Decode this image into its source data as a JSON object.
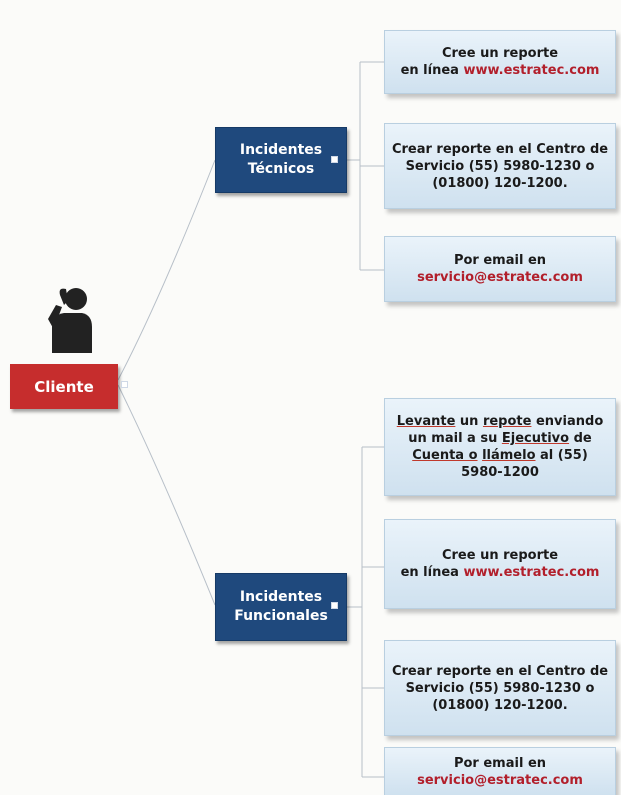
{
  "root": {
    "label": "Cliente",
    "icon": "person-on-phone-icon",
    "color": "#c62d2d"
  },
  "branches": [
    {
      "label_line1": "Incidentes",
      "label_line2": "Técnicos",
      "color": "#1f497d",
      "leaves": [
        {
          "line1": "Cree un reporte",
          "line2_prefix": "en línea ",
          "line2_link": "www.estratec.com"
        },
        {
          "line1": "Crear reporte en el Centro de",
          "line2": "Servicio (55) 5980-1230 o",
          "line3": "(01800) 120-1200."
        },
        {
          "line1": "Por email en",
          "line2_link": "servicio@estratec.com"
        }
      ]
    },
    {
      "label_line1": "Incidentes",
      "label_line2": "Funcionales",
      "color": "#1f497d",
      "leaves": [
        {
          "line1_a": "Levante",
          "line1_b": " un ",
          "line1_c": "repote",
          "line1_d": " enviando",
          "line2_a": "un mail a su ",
          "line2_b": "Ejecutivo",
          "line2_c": "  de",
          "line3_a": "Cuenta o",
          "line3_b": "  ",
          "line3_c": "llámelo",
          "line3_d": " al (55)",
          "line4": "5980-1200"
        },
        {
          "line1": "Cree un reporte",
          "line2_prefix": "en línea ",
          "line2_link": "www.estratec.com"
        },
        {
          "line1": "Crear reporte en el Centro de",
          "line2": "Servicio (55) 5980-1230 o",
          "line3": "(01800) 120-1200."
        },
        {
          "line1": "Por email en",
          "line2_link": "servicio@estratec.com"
        }
      ]
    }
  ]
}
